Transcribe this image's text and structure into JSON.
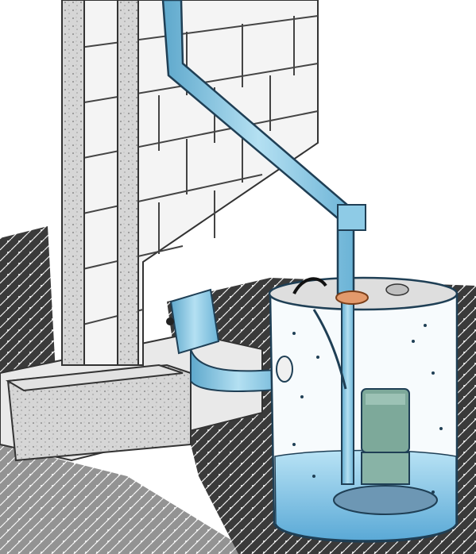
{
  "illustration": {
    "subject": "",
    "components": [
      {
        "id": "foundation-wall",
        "kind": "concrete block wall"
      },
      {
        "id": "footing",
        "kind": "concrete footing"
      },
      {
        "id": "drain-pipe",
        "kind": "vertical discharge pipe"
      },
      {
        "id": "sump-basin",
        "kind": "transparent pit with water"
      },
      {
        "id": "sump-pump",
        "kind": "submersible pump"
      },
      {
        "id": "drain-tile",
        "kind": "perimeter drain inlet"
      },
      {
        "id": "check-valve",
        "kind": "pipe coupling"
      }
    ]
  },
  "colors": {
    "pipe_blue": "#8ecbe6",
    "pipe_outline": "#1f3f55",
    "water_blue": "#a7d9f0",
    "water_deep": "#6fb8e0",
    "pump_green": "#7da99a",
    "coupling_orange": "#e39a6c",
    "concrete_gray": "#cfcfcf",
    "soil_dark": "#2b2b2b"
  }
}
